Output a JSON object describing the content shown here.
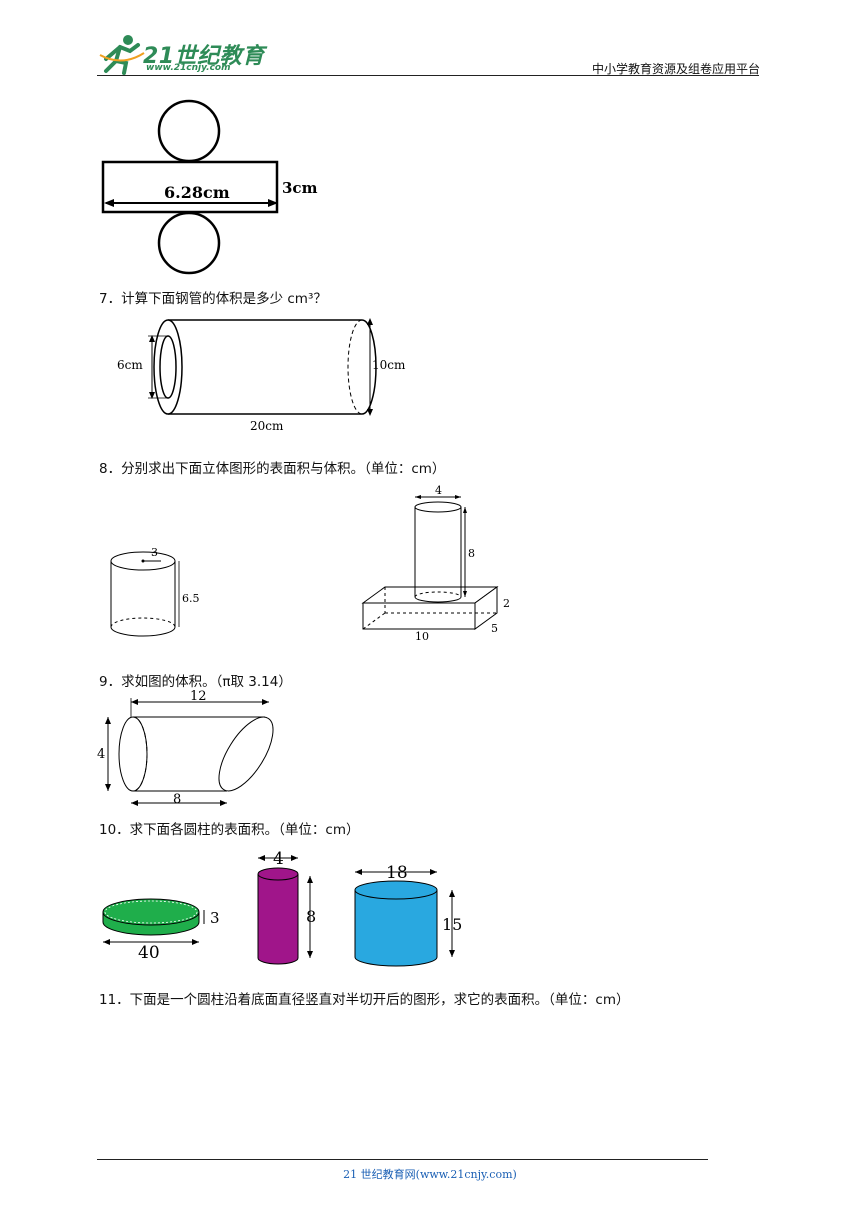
{
  "header": {
    "logo_text": "21世纪教育",
    "logo_url": "www.21cnjy.com",
    "right_text": "中小学教育资源及组卷应用平台",
    "brand_color": "#2e8b57"
  },
  "figure_net": {
    "width_label": "6.28cm",
    "height_label": "3cm"
  },
  "q7": {
    "text": "7．计算下面钢管的体积是多少 cm³？",
    "inner_label": "6cm",
    "outer_label": "10cm",
    "length_label": "20cm"
  },
  "q8": {
    "text": "8．分别求出下面立体图形的表面积与体积。（单位：cm）",
    "cyl_radius": "3",
    "cyl_height": "6.5",
    "top_diam": "4",
    "top_height": "8",
    "box_h": "2",
    "box_w": "5",
    "box_l": "10"
  },
  "q9": {
    "text": "9．求如图的体积。（π取 3.14）",
    "top_len": "12",
    "diam": "4",
    "bottom_len": "8"
  },
  "q10": {
    "text": "10．求下面各圆柱的表面积。（单位：cm）",
    "a_diam": "40",
    "a_h": "3",
    "b_diam": "4",
    "b_h": "8",
    "c_diam": "18",
    "c_h": "15",
    "colors": {
      "green": "#1fae4b",
      "purple": "#a0158a",
      "blue": "#29a8e0"
    }
  },
  "q11": {
    "text": "11．下面是一个圆柱沿着底面直径竖直对半切开后的图形，求它的表面积。（单位：cm）"
  },
  "footer": {
    "text": "21 世纪教育网(www.21cnjy.com)"
  }
}
